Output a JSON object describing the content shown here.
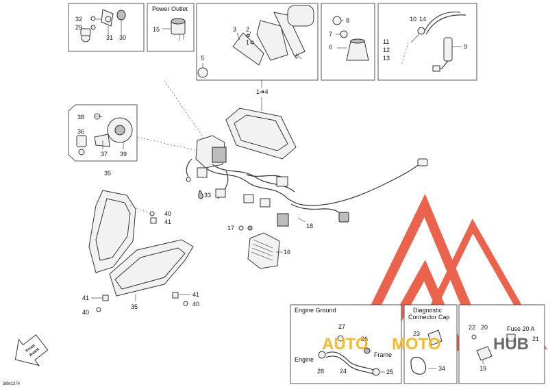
{
  "boxes": {
    "power_outlet_title": "Power Outlet",
    "engine_ground_title": "Engine Ground",
    "diag_title_line1": "Diagnostic",
    "diag_title_line2": "Connector Cap",
    "fuse_title": "Fuse 20 A",
    "engine_label": "Engine",
    "frame_label": "Frame"
  },
  "callouts": {
    "c1": "32",
    "c2": "29",
    "c3": "31",
    "c4": "30",
    "c5": "15",
    "c6": "3",
    "c7": "2",
    "c8": "1",
    "c9": "4",
    "c10": "5",
    "c11": "8",
    "c12": "7",
    "c13": "6",
    "c14": "10",
    "c15": "14",
    "c16": "11",
    "c17": "12",
    "c18": "13",
    "c19": "9",
    "c20": "1➔4",
    "c21": "38",
    "c22": "36",
    "c23": "37",
    "c24": "39",
    "c25": "35",
    "c26": "33",
    "c27": "40",
    "c28": "41",
    "c29": "17",
    "c30": "16",
    "c31": "18",
    "c32": "41",
    "c33": "40",
    "c34": "35",
    "c35": "41",
    "c36": "40",
    "c37": "27",
    "c38": "26",
    "c39": "28",
    "c40": "24",
    "c41": "25",
    "c42": "23",
    "c43": "34",
    "c44": "22",
    "c45": "20",
    "c46": "21",
    "c47": "19"
  },
  "orientation": {
    "line1": "Front",
    "line2": "Avant"
  },
  "drawing_code": "38M1374",
  "watermark": {
    "left": "AUTO",
    "middle": "MOTO",
    "right": "HUB"
  },
  "colors": {
    "watermark_red": "#e8472e",
    "watermark_yellow": "#f4b41a",
    "watermark_grey": "#5a5a5a"
  }
}
